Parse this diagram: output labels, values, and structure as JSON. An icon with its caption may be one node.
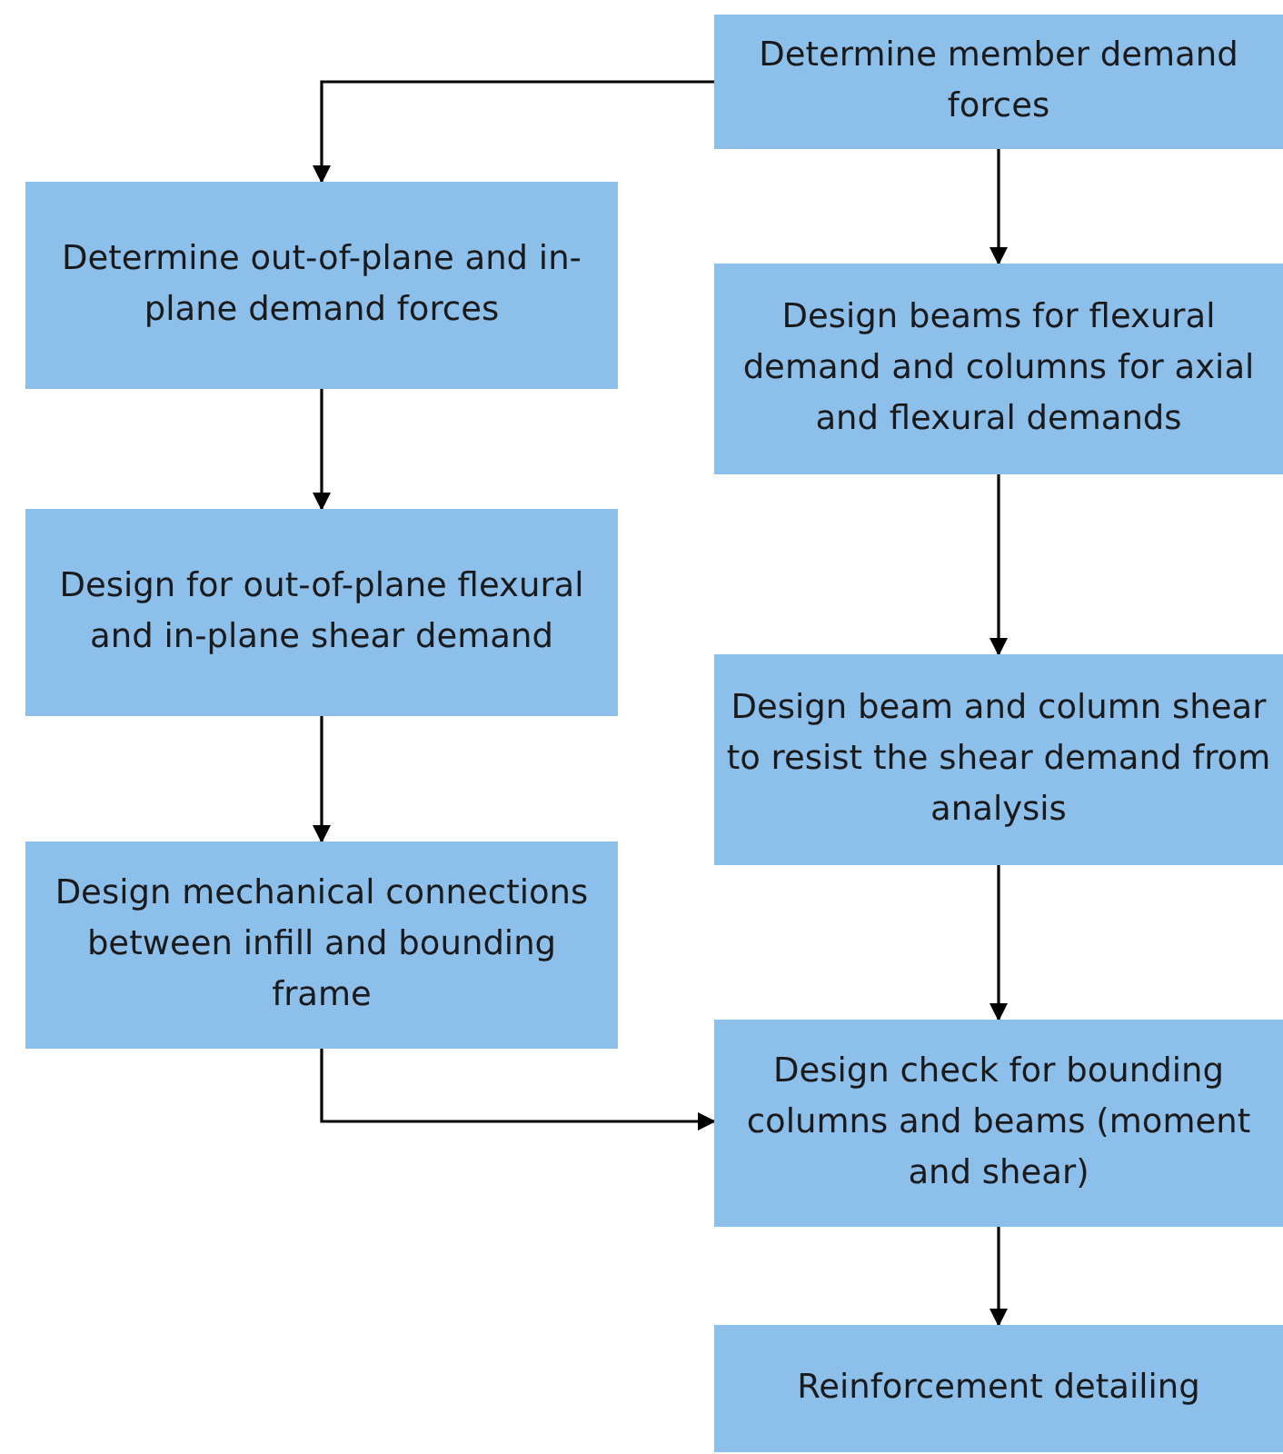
{
  "diagram": {
    "nodes": [
      {
        "text": [
          "Determine member demand forces"
        ]
      },
      {
        "text": [
          "Determine out-of-plane and in-plane demand forces"
        ]
      },
      {
        "text": [
          "Design for out-of-plane flexural and in-plane shear demand"
        ]
      },
      {
        "text": [
          "Design mechanical connections between infill and bounding frame"
        ]
      },
      {
        "text": [
          "Design beams for flexural demand and columns for axial and flexural demands"
        ]
      },
      {
        "text": [
          "Design beam and column shear to resist the shear demand from analysis"
        ]
      },
      {
        "text": [
          "Design check for bounding columns and beams (moment and shear)"
        ]
      },
      {
        "text": [
          "Reinforcement detailing"
        ]
      }
    ],
    "edges": [
      {
        "from": 0,
        "to": 1,
        "arrow": "to"
      },
      {
        "from": 0,
        "to": 4,
        "arrow": "to"
      },
      {
        "from": 1,
        "to": 2,
        "arrow": "to"
      },
      {
        "from": 2,
        "to": 3,
        "arrow": "to"
      },
      {
        "from": 3,
        "to": 6,
        "arrow": "to"
      },
      {
        "from": 4,
        "to": 5,
        "arrow": "to"
      },
      {
        "from": 5,
        "to": 6,
        "arrow": "to"
      },
      {
        "from": 6,
        "to": 7,
        "arrow": "to"
      }
    ]
  }
}
